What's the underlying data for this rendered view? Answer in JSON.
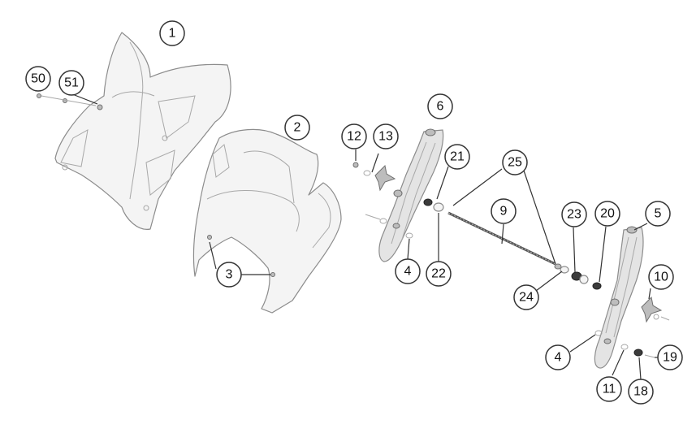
{
  "diagram": {
    "callouts": [
      {
        "id": "c1",
        "label": "1"
      },
      {
        "id": "c2",
        "label": "2"
      },
      {
        "id": "c3",
        "label": "3"
      },
      {
        "id": "c4a",
        "label": "4"
      },
      {
        "id": "c4b",
        "label": "4"
      },
      {
        "id": "c5",
        "label": "5"
      },
      {
        "id": "c6",
        "label": "6",
        "highlight": true
      },
      {
        "id": "c9",
        "label": "9"
      },
      {
        "id": "c10",
        "label": "10"
      },
      {
        "id": "c11",
        "label": "11"
      },
      {
        "id": "c12",
        "label": "12"
      },
      {
        "id": "c13",
        "label": "13"
      },
      {
        "id": "c18",
        "label": "18"
      },
      {
        "id": "c19",
        "label": "19"
      },
      {
        "id": "c20",
        "label": "20"
      },
      {
        "id": "c21",
        "label": "21"
      },
      {
        "id": "c22",
        "label": "22"
      },
      {
        "id": "c23",
        "label": "23"
      },
      {
        "id": "c24",
        "label": "24"
      },
      {
        "id": "c25",
        "label": "25"
      },
      {
        "id": "c50",
        "label": "50"
      },
      {
        "id": "c51",
        "label": "51"
      }
    ],
    "colors": {
      "highlight": "#e87722",
      "outline": "#8c8c8c",
      "callout_stroke": "#333333"
    }
  }
}
